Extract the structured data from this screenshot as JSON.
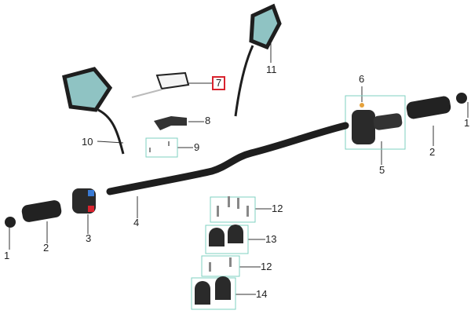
{
  "diagram": {
    "title": "Handlebar assembly exploded view",
    "callouts": [
      {
        "id": "left-end-weight",
        "label": "1"
      },
      {
        "id": "left-grip",
        "label": "2"
      },
      {
        "id": "left-switch",
        "label": "3"
      },
      {
        "id": "handlebar",
        "label": "4"
      },
      {
        "id": "throttle-assembly",
        "label": "5"
      },
      {
        "id": "throttle-screw",
        "label": "6"
      },
      {
        "id": "sticker",
        "label": "7"
      },
      {
        "id": "bracket",
        "label": "8"
      },
      {
        "id": "bracket-screws",
        "label": "9"
      },
      {
        "id": "left-mirror",
        "label": "10"
      },
      {
        "id": "right-mirror",
        "label": "11"
      },
      {
        "id": "upper-clamp-bolts",
        "label": "12"
      },
      {
        "id": "upper-clamps",
        "label": "13"
      },
      {
        "id": "lower-clamp-bolts",
        "label": "12"
      },
      {
        "id": "lower-clamps",
        "label": "14"
      },
      {
        "id": "right-grip",
        "label": "2"
      },
      {
        "id": "right-end-weight",
        "label": "1"
      }
    ],
    "colors": {
      "part": "#1e1e1e",
      "mirror_glass": "#8fc3c3",
      "group_box": "#7fd1c2",
      "highlight": "#d9232e"
    }
  }
}
